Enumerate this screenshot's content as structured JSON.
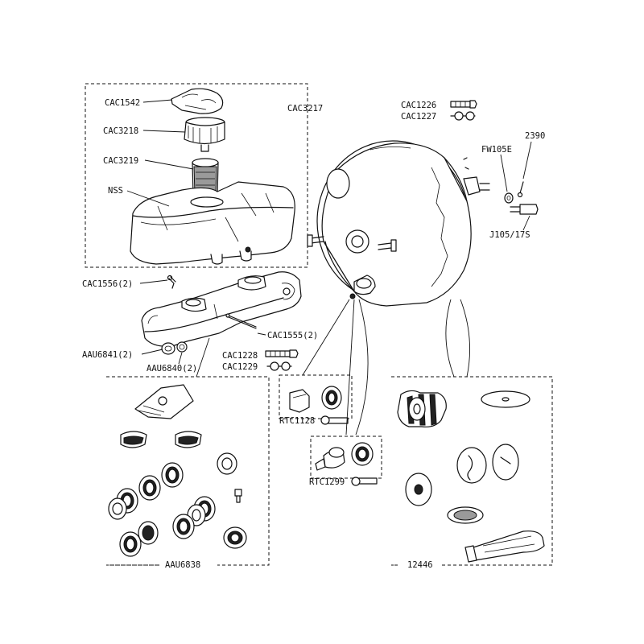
{
  "parts": {
    "cac1542": "CAC1542",
    "cac3218": "CAC3218",
    "cac3217": "CAC3217",
    "cac3219": "CAC3219",
    "nss": "NSS",
    "cac1226": "CAC1226",
    "cac1227": "CAC1227",
    "fw105e": "FW105E",
    "p2390": "2390",
    "j105_17s": "J105/17S",
    "cac1556": "CAC1556(2)",
    "cac1555": "CAC1555(2)",
    "aau6841": "AAU6841(2)",
    "aau6840": "AAU6840(2)",
    "cac1228": "CAC1228",
    "cac1229": "CAC1229",
    "rtc1128": "RTC1128",
    "rtc1299": "RTC1299",
    "aau6838": "AAU6838",
    "p12446": "12446"
  }
}
